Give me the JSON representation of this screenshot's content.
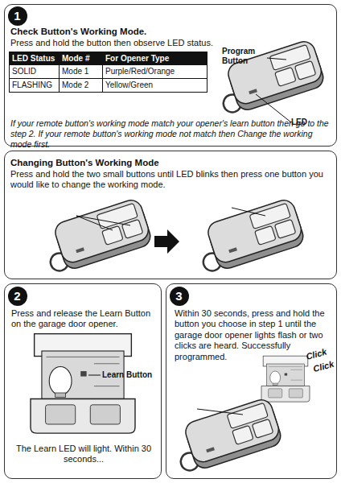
{
  "diagram": {
    "nodes": [
      {
        "text": [
          "Check Button's Working Mode.",
          "Press and hold the button then observe LED status.",
          "If your remote button's working mode match your opener's learn button then go to the step 2. If your remote button's working mode not match then Change the working mode first."
        ]
      },
      {
        "text": [
          "1"
        ],
        "in": 0
      },
      {
        "text": [
          "Changing Button's Working Mode",
          "Press and hold the two small buttons until LED blinks then press one button you would like to change the working mode."
        ]
      },
      {
        "text": [
          "Press and release the Learn Button on the garage door opener.",
          "The Learn LED will light. Within 30 seconds..."
        ]
      },
      {
        "text": [
          "2"
        ],
        "in": 3
      },
      {
        "text": [
          "Within 30 seconds, press and hold the button you choose in step 1 until the garage door opener lights flash or two clicks are heard. Successfully programmed."
        ]
      },
      {
        "text": [
          "3"
        ],
        "in": 5
      }
    ],
    "labels": [
      "LED Status",
      "Mode #",
      "For Opener Type",
      "SOLID",
      "Mode 1",
      "Purple/Red/Orange",
      "FLASHING",
      "Mode 2",
      "Yellow/Green",
      "Program Button",
      "LED",
      "Learn Button",
      "Click",
      "Click"
    ]
  }
}
